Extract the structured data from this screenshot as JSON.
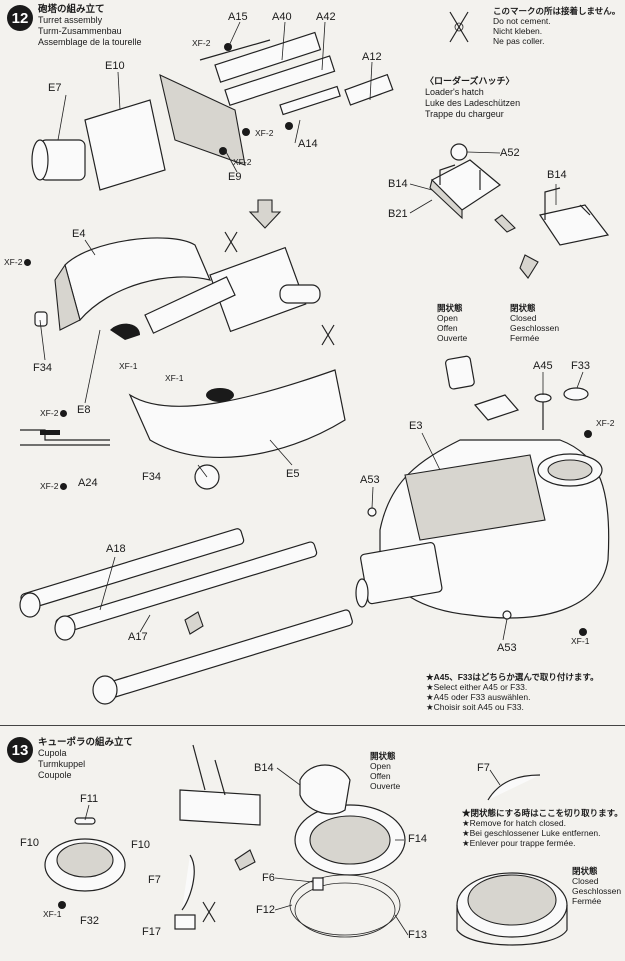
{
  "step12": {
    "number": "12",
    "title_jp": "砲塔の組み立て",
    "title_en": "Turret assembly",
    "title_de": "Turm-Zusammenbau",
    "title_fr": "Assemblage de la tourelle"
  },
  "no_cement": {
    "jp": "このマークの所は接着しません。",
    "en": "Do not cement.",
    "de": "Nicht kleben.",
    "fr": "Ne pas coller."
  },
  "loaders_hatch": {
    "jp": "〈ローダーズハッチ〉",
    "en": "Loader's hatch",
    "de": "Luke des Ladeschützen",
    "fr": "Trappe du chargeur"
  },
  "open_label": {
    "jp": "開状態",
    "en": "Open",
    "de": "Offen",
    "fr": "Ouverte"
  },
  "closed_label": {
    "jp": "閉状態",
    "en": "Closed",
    "de": "Geschlossen",
    "fr": "Fermée"
  },
  "select_note": {
    "jp": "★A45、F33はどちらか選んで取り付けます。",
    "en": "★Select either A45 or F33.",
    "de": "★A45 oder F33 auswählen.",
    "fr": "★Choisir soit A45 ou F33."
  },
  "step13": {
    "number": "13",
    "title_jp": "キューポラの組み立て",
    "title_en": "Cupola",
    "title_de": "Turmkuppel",
    "title_fr": "Coupole"
  },
  "remove_note": {
    "jp": "★閉状態にする時はここを切り取ります。",
    "en": "★Remove for hatch closed.",
    "de": "★Bei geschlossener Luke entfernen.",
    "fr": "★Enlever pour trappe fermée."
  },
  "closed_label2": {
    "jp": "閉状態",
    "en": "Closed",
    "de": "Geschlossen",
    "fr": "Fermée"
  },
  "open_label2": {
    "jp": "開状態",
    "en": "Open",
    "de": "Offen",
    "fr": "Ouverte"
  },
  "paint": {
    "xf2": "XF-2",
    "xf1": "XF-1"
  },
  "parts": {
    "A15": "A15",
    "A40": "A40",
    "A42": "A42",
    "A12": "A12",
    "A14": "A14",
    "E10": "E10",
    "E7": "E7",
    "E9": "E9",
    "E4": "E4",
    "F34": "F34",
    "E8": "E8",
    "A24": "A24",
    "E5": "E5",
    "A52": "A52",
    "B14": "B14",
    "B21": "B21",
    "A45": "A45",
    "F33": "F33",
    "E3": "E3",
    "A53": "A53",
    "A18": "A18",
    "A17": "A17",
    "F11": "F11",
    "F10": "F10",
    "F32": "F32",
    "F7": "F7",
    "F17": "F17",
    "F6": "F6",
    "F12": "F12",
    "F13": "F13",
    "F14": "F14"
  },
  "colors": {
    "ink": "#1a1a1a",
    "paper": "#f3f2ee"
  }
}
